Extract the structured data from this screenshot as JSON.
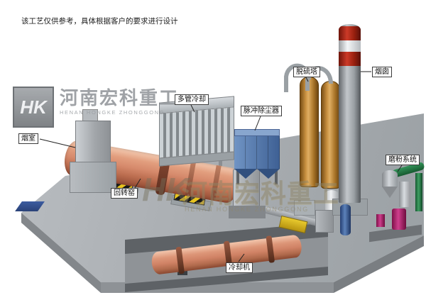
{
  "page": {
    "disclaimer": "该工艺仅供参考，具体根据客户的要求进行设计"
  },
  "watermark": {
    "logo_monogram": "HK",
    "company_cn": "河南宏科重工",
    "company_en": "HENAN HONGKE ZHONGGONG"
  },
  "labels": {
    "smoke_chamber": "烟室",
    "rotary_kiln": "回转窑",
    "multi_tube_cooler": "多管冷却",
    "pulse_dust_collector": "脉冲除尘器",
    "desulfurization_tower": "脱硫塔",
    "chimney": "烟囱",
    "grinding_system": "磨粉系统",
    "cooling_machine": "冷却机"
  },
  "colors": {
    "kiln_body": "#d4876a",
    "dust_collector_blue": "#4a72a8",
    "tower_tan": "#bc8840",
    "chimney_band_red": "#aa2818",
    "hazard_yellow": "#e6c01e",
    "platform_gray": "#aaaeb2",
    "mill_green": "#2e8048",
    "mill_magenta": "#c02878"
  }
}
